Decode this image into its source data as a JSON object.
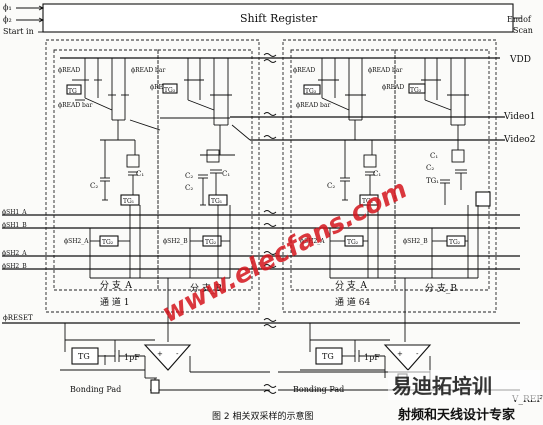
{
  "inputs": {
    "phi1": "ϕ₁",
    "phi2": "ϕ₂",
    "start": "Start in"
  },
  "shift_register": {
    "label": "Shift Register"
  },
  "end_scan": {
    "line1": "Endof",
    "line2": "Scan"
  },
  "vdd": "VDD",
  "video1": "Video1",
  "video2": "Video2",
  "phi_read": "ϕREAD",
  "phi_read_bar": "ϕREAD bar",
  "phi_sh1a": "ϕSH1_A",
  "phi_sh1b": "ϕSH1_B",
  "phi_sh2a": "ϕSH2_A",
  "phi_sh2b": "ϕSH2_B",
  "phi_reset": "ϕRESET",
  "channel1": {
    "label": "通 道 1",
    "branch_a": "分 支_A",
    "branch_b": "分 支_B"
  },
  "channel64": {
    "label": "通 道 64",
    "branch_a": "分 支_A",
    "branch_b": "分 支_B"
  },
  "components": {
    "tg": "TG",
    "tg1": "TG₁",
    "tg2": "TG₂",
    "tg3": "TG₃",
    "c1": "C₁",
    "c2": "C₂",
    "cap_1pf": "1pF"
  },
  "bonding_pad": "Bonding Pad",
  "vref": "V_REF",
  "watermark": "www.elecfans.com",
  "caption": "图 2 相关双采样的示意图",
  "logo": {
    "text": "射频和天线设计专家",
    "brand": "易迪拓培训"
  }
}
